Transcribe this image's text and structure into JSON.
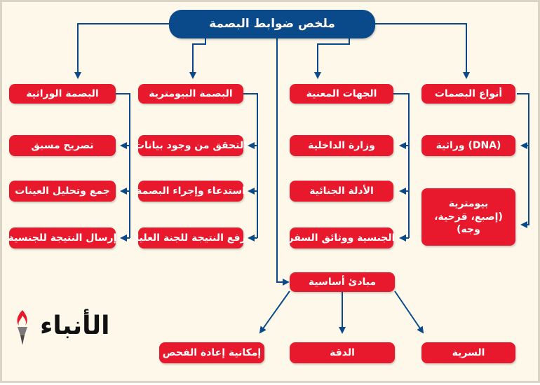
{
  "root": {
    "label": "ملخص ضوابط البصمة"
  },
  "columns": {
    "types": {
      "header": "أنواع البصمات",
      "items": [
        "(DNA) وراثية"
      ],
      "multi": [
        "بيومترية",
        "(إصبع، قزحية، وجه)"
      ]
    },
    "parties": {
      "header": "الجهات المعنية",
      "items": [
        "وزارة الداخلية",
        "الأدلة الجنائية",
        "الجنسية ووثائق السفر"
      ]
    },
    "biometric": {
      "header": "البصمة البيومترية",
      "items": [
        "التحقق من وجود بيانات",
        "استدعاء وإجراء البصمة",
        "رفع النتيجة للجنة العليا"
      ]
    },
    "genetic": {
      "header": "البصمة الوراثية",
      "items": [
        "تصريح مسبق",
        "جمع وتحليل العينات",
        "إرسال النتيجة للجنسية"
      ]
    }
  },
  "principles": {
    "header": "مبادئ أساسية",
    "items": [
      "السرية",
      "الدقة",
      "إمكانية إعادة الفحص"
    ]
  },
  "logo": {
    "text": "الأنباء"
  },
  "colors": {
    "box": "#e8192c",
    "root": "#0b4a8a",
    "line": "#0b4a8a",
    "background": "#fdf8e9"
  }
}
